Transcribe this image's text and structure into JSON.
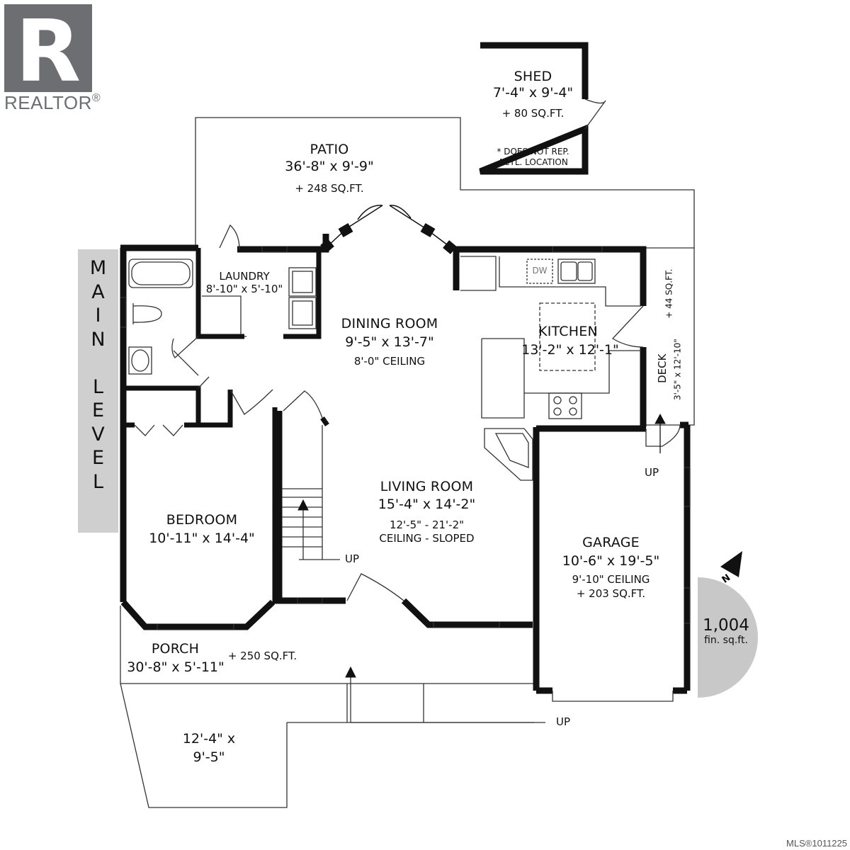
{
  "brand": {
    "logo_letter": "R",
    "name": "REALTOR",
    "registered_mark": "®",
    "logo_color": "#6d6e71"
  },
  "level_label": [
    "M",
    "A",
    "I",
    "N",
    "",
    "L",
    "E",
    "V",
    "E",
    "L"
  ],
  "rooms": {
    "shed": {
      "name": "SHED",
      "dims": "7'-4\" x 9'-4\"",
      "area": "+ 80 SQ.FT.",
      "note_line1": "* DOES NOT REP.",
      "note_line2": "ACTL. LOCATION"
    },
    "patio": {
      "name": "PATIO",
      "dims": "36'-8\" x 9'-9\"",
      "area": "+ 248 SQ.FT."
    },
    "laundry": {
      "name": "LAUNDRY",
      "dims": "8'-10\" x 5'-10\""
    },
    "dining": {
      "name": "DINING ROOM",
      "dims": "9'-5\" x 13'-7\"",
      "ceiling": "8'-0\" CEILING"
    },
    "kitchen": {
      "name": "KITCHEN",
      "dims": "13'-2\" x 12'-1\"",
      "appliance_dw": "DW"
    },
    "deck": {
      "name": "DECK",
      "dims": "3'-5\" x 12'-10\"",
      "area": "+ 44 SQ.FT."
    },
    "bedroom": {
      "name": "BEDROOM",
      "dims": "10'-11\" x 14'-4\""
    },
    "living": {
      "name": "LIVING ROOM",
      "dims": "15'-4\" x 14'-2\"",
      "ceiling_1": "12'-5\" - 21'-2\"",
      "ceiling_2": "CEILING - SLOPED"
    },
    "garage": {
      "name": "GARAGE",
      "dims": "10'-6\" x 19'-5\"",
      "ceiling": "9'-10\" CEILING",
      "area": "+ 203 SQ.FT."
    },
    "porch": {
      "name": "PORCH",
      "dims": "30'-8\" x 5'-11\"",
      "area": "+ 250 SQ.FT."
    },
    "front_deck": {
      "dims_1": "12'-4\" x",
      "dims_2": "9'-5\""
    }
  },
  "stair_labels": {
    "stairs": "UP",
    "deck_step": "UP",
    "front_step": "UP"
  },
  "compass": {
    "label": "N"
  },
  "finished_area": {
    "value": "1,004",
    "unit": "fin. sq.ft."
  },
  "listing": {
    "mls_number": "MLS®1011225"
  },
  "colors": {
    "wall": "#111111",
    "band": "#cfcfcf",
    "compass_disc": "#c8c8c8",
    "thin_line": "#333333"
  }
}
